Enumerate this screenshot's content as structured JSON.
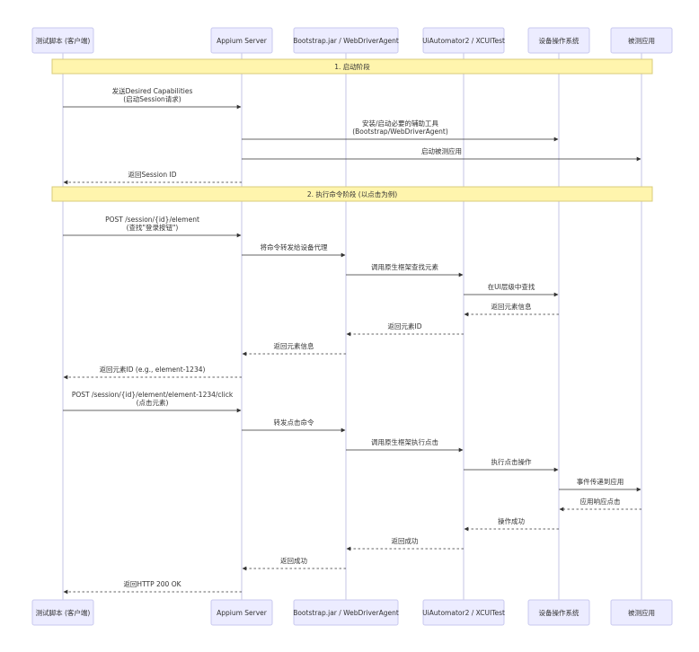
{
  "actors": [
    {
      "id": "client",
      "label": "测试脚本 (客户端)"
    },
    {
      "id": "appium",
      "label": "Appium Server"
    },
    {
      "id": "bootstrap",
      "label": "Bootstrap.jar / WebDriverAgent"
    },
    {
      "id": "uia",
      "label": "UiAutomator2 / XCUITest"
    },
    {
      "id": "os",
      "label": "设备操作系统"
    },
    {
      "id": "app",
      "label": "被测应用"
    }
  ],
  "notes": [
    {
      "id": "phase1",
      "text": "1. 启动阶段"
    },
    {
      "id": "phase2",
      "text": "2. 执行命令阶段 (以点击为例)"
    }
  ],
  "messages": [
    {
      "from": "client",
      "to": "appium",
      "lines": [
        "发送Desired Capabilities",
        "(启动Session请求)"
      ],
      "style": "solid"
    },
    {
      "from": "appium",
      "to": "os",
      "lines": [
        "安装/启动必要的辅助工具",
        "(Bootstrap/WebDriverAgent)"
      ],
      "style": "solid"
    },
    {
      "from": "appium",
      "to": "app",
      "lines": [
        "启动被测应用"
      ],
      "style": "solid"
    },
    {
      "from": "appium",
      "to": "client",
      "lines": [
        "返回Session ID"
      ],
      "style": "dashed"
    },
    {
      "from": "client",
      "to": "appium",
      "lines": [
        "POST /session/{id}/element",
        "(查找\"登录按钮\")"
      ],
      "style": "solid"
    },
    {
      "from": "appium",
      "to": "bootstrap",
      "lines": [
        "将命令转发给设备代理"
      ],
      "style": "solid"
    },
    {
      "from": "bootstrap",
      "to": "uia",
      "lines": [
        "调用原生框架查找元素"
      ],
      "style": "solid"
    },
    {
      "from": "uia",
      "to": "os",
      "lines": [
        "在UI层级中查找"
      ],
      "style": "solid"
    },
    {
      "from": "os",
      "to": "uia",
      "lines": [
        "返回元素信息"
      ],
      "style": "dashed"
    },
    {
      "from": "uia",
      "to": "bootstrap",
      "lines": [
        "返回元素ID"
      ],
      "style": "dashed"
    },
    {
      "from": "bootstrap",
      "to": "appium",
      "lines": [
        "返回元素信息"
      ],
      "style": "dashed"
    },
    {
      "from": "appium",
      "to": "client",
      "lines": [
        "返回元素ID (e.g., element-1234)"
      ],
      "style": "dashed"
    },
    {
      "from": "client",
      "to": "appium",
      "lines": [
        "POST /session/{id}/element/element-1234/click",
        "(点击元素)"
      ],
      "style": "solid"
    },
    {
      "from": "appium",
      "to": "bootstrap",
      "lines": [
        "转发点击命令"
      ],
      "style": "solid"
    },
    {
      "from": "bootstrap",
      "to": "uia",
      "lines": [
        "调用原生框架执行点击"
      ],
      "style": "solid"
    },
    {
      "from": "uia",
      "to": "os",
      "lines": [
        "执行点击操作"
      ],
      "style": "solid"
    },
    {
      "from": "os",
      "to": "app",
      "lines": [
        "事件传递到应用"
      ],
      "style": "solid"
    },
    {
      "from": "app",
      "to": "os",
      "lines": [
        "应用响应点击"
      ],
      "style": "dashed"
    },
    {
      "from": "os",
      "to": "uia",
      "lines": [
        "操作成功"
      ],
      "style": "dashed"
    },
    {
      "from": "uia",
      "to": "bootstrap",
      "lines": [
        "返回成功"
      ],
      "style": "dashed"
    },
    {
      "from": "bootstrap",
      "to": "appium",
      "lines": [
        "返回成功"
      ],
      "style": "dashed"
    },
    {
      "from": "appium",
      "to": "client",
      "lines": [
        "返回HTTP 200 OK"
      ],
      "style": "dashed"
    }
  ]
}
